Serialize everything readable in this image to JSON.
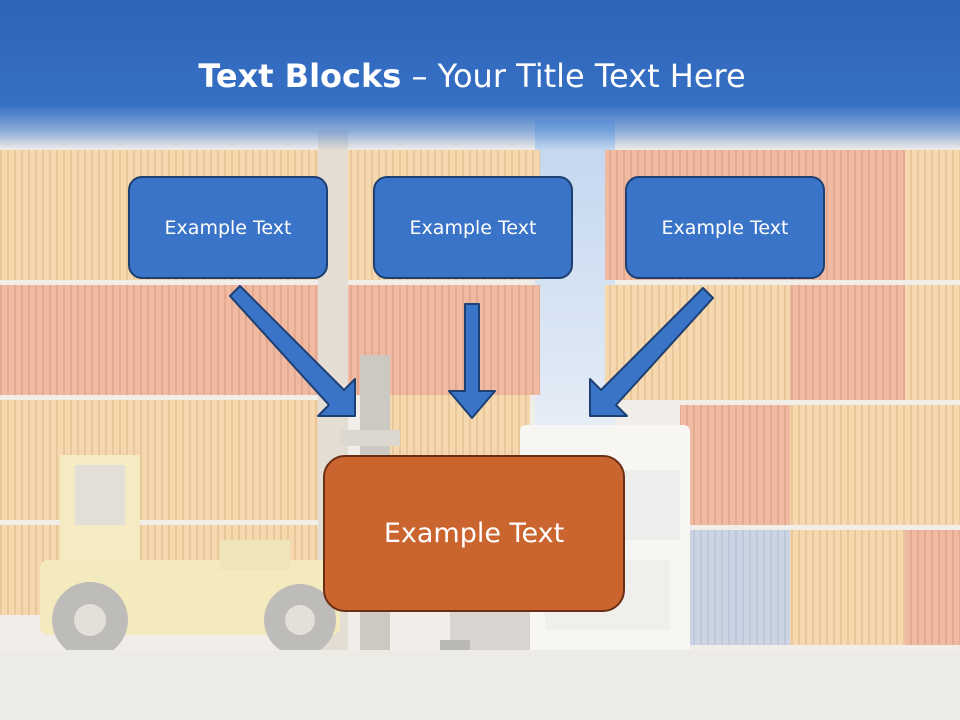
{
  "title": {
    "bold": "Text Blocks",
    "dash": " – ",
    "rest": "Your Title Text Here"
  },
  "blocks": [
    "Example Text",
    "Example Text",
    "Example Text"
  ],
  "target": "Example Text",
  "colors": {
    "header": "#3570c4",
    "block_fill": "#3a74c8",
    "block_border": "#1d3f72",
    "target_fill": "#cb6530",
    "target_border": "#6b2e12",
    "arrow": "#3a74c8"
  }
}
